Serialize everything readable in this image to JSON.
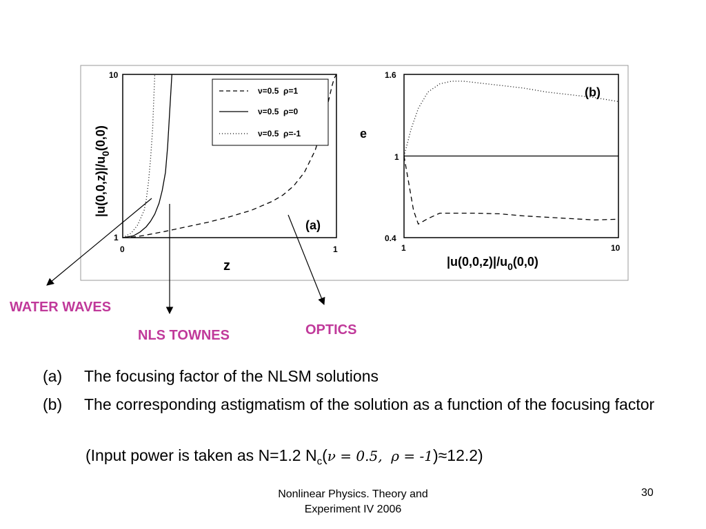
{
  "annotations": {
    "water_waves": "WATER WAVES",
    "nls_townes": "NLS TOWNES",
    "optics": "OPTICS"
  },
  "caption": {
    "a_tag": "(a)",
    "a_text": "The focusing factor of the NLSM solutions",
    "b_tag": "(b)",
    "b_text": "The corresponding astigmatism of the solution as a function of the focusing factor",
    "note_prefix": "(Input power is taken as N=1.2 N",
    "note_sub": "c",
    "note_open": "(",
    "note_nu": "ν = 0.5,  ",
    "note_rho": "ρ = -1",
    "note_close": ")≈12.2)"
  },
  "footer": {
    "line1": "Nonlinear Physics. Theory and",
    "line2": "Experiment IV 2006",
    "page": "30"
  },
  "colors": {
    "annotation": "#c0399a",
    "frame": "#999999"
  },
  "chart_data": [
    {
      "type": "line",
      "panel_label": "(a)",
      "xlabel": "z",
      "ylabel": "|u(0,0,z)|/u0(0,0)",
      "ylabel_parts": [
        "|u(0,0,z)|/u",
        "0",
        "(0,0)"
      ],
      "xlim": [
        0,
        1
      ],
      "ylim": [
        1,
        10
      ],
      "yscale": "linear",
      "x_ticks": [
        "0",
        "1"
      ],
      "y_ticks": [
        "1",
        "10"
      ],
      "legend_position": "top-right",
      "series": [
        {
          "name": "ν=0.5  ρ=1",
          "style": "dashed",
          "x": [
            0,
            0.05,
            0.1,
            0.2,
            0.3,
            0.4,
            0.5,
            0.6,
            0.7,
            0.75,
            0.8,
            0.85,
            0.9,
            0.93,
            0.96,
            0.98,
            0.99,
            1.0
          ],
          "y": [
            1.0,
            1.03,
            1.12,
            1.35,
            1.6,
            1.85,
            2.15,
            2.5,
            3.0,
            3.35,
            3.85,
            4.6,
            5.8,
            6.9,
            8.4,
            9.4,
            9.8,
            10.0
          ]
        },
        {
          "name": "ν=0.5  ρ=0",
          "style": "solid",
          "x": [
            0,
            0.05,
            0.08,
            0.11,
            0.13,
            0.15,
            0.17,
            0.185,
            0.2,
            0.21,
            0.22,
            0.23
          ],
          "y": [
            1.0,
            1.1,
            1.3,
            1.6,
            1.9,
            2.3,
            2.9,
            3.6,
            4.6,
            6.0,
            8.0,
            10.0
          ]
        },
        {
          "name": "ν=0.5  ρ=-1",
          "style": "dotted",
          "x": [
            0,
            0.04,
            0.07,
            0.1,
            0.11,
            0.12,
            0.13,
            0.14,
            0.145,
            0.15
          ],
          "y": [
            1.0,
            1.25,
            1.7,
            2.5,
            3.1,
            4.0,
            5.3,
            7.0,
            8.5,
            10.0
          ]
        }
      ]
    },
    {
      "type": "line",
      "panel_label": "(b)",
      "xlabel": "|u(0,0,z)|/u0(0,0)",
      "xlabel_parts": [
        "|u(0,0,z)|/u",
        "0",
        "(0,0)"
      ],
      "ylabel": "e",
      "xlim": [
        1,
        10
      ],
      "ylim": [
        0.4,
        1.6
      ],
      "x_ticks": [
        "1",
        "10"
      ],
      "y_ticks": [
        "0.4",
        "1",
        "1.6"
      ],
      "series": [
        {
          "style": "dashed",
          "x": [
            1,
            1.2,
            1.4,
            1.6,
            2.0,
            2.5,
            3.0,
            4.0,
            5.0,
            6.0,
            7.0,
            8.0,
            9.0,
            10.0
          ],
          "y": [
            1.0,
            0.8,
            0.6,
            0.5,
            0.54,
            0.58,
            0.58,
            0.58,
            0.575,
            0.56,
            0.55,
            0.54,
            0.53,
            0.535
          ]
        },
        {
          "style": "solid",
          "x": [
            1,
            10
          ],
          "y": [
            1.0,
            1.0
          ]
        },
        {
          "style": "dotted",
          "x": [
            1,
            1.3,
            1.6,
            2.0,
            2.5,
            3.0,
            3.5,
            4.0,
            5.0,
            6.0,
            7.0,
            8.0,
            9.0,
            10.0
          ],
          "y": [
            1.0,
            1.2,
            1.35,
            1.47,
            1.53,
            1.55,
            1.55,
            1.54,
            1.52,
            1.5,
            1.47,
            1.45,
            1.43,
            1.4
          ]
        }
      ]
    }
  ]
}
